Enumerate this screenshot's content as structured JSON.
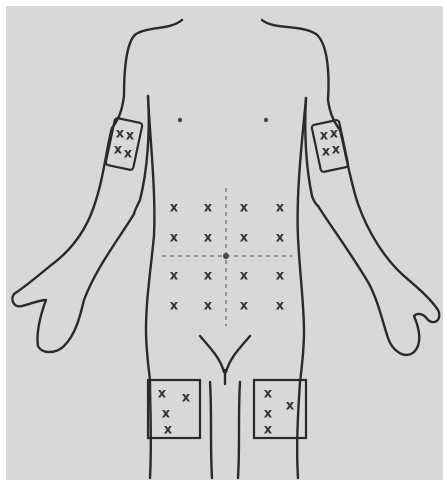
{
  "diagram": {
    "background_color": "#d8d8d8",
    "line_color": "#2a2a2a",
    "injection_mark_glyph": "x",
    "regions": [
      {
        "name": "abdomen",
        "rows": 4,
        "cols": 4
      },
      {
        "name": "left-upper-arm",
        "marks": 4
      },
      {
        "name": "right-upper-arm",
        "marks": 4
      },
      {
        "name": "left-thigh",
        "marks": 4
      },
      {
        "name": "right-thigh",
        "marks": 4
      }
    ]
  }
}
